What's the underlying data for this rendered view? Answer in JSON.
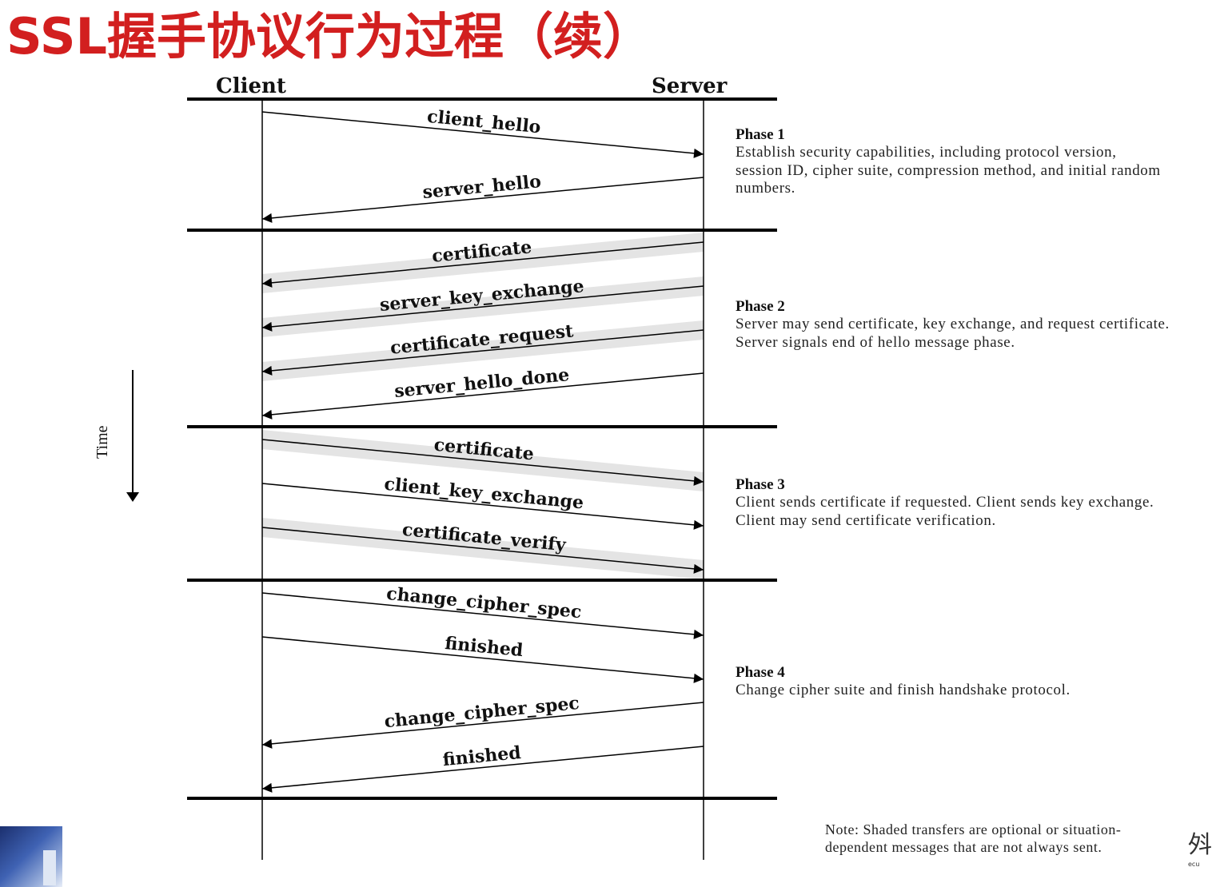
{
  "title": "SSL握手协议行为过程（续）",
  "columns": {
    "client": "Client",
    "server": "Server"
  },
  "time_label": "Time",
  "phases": [
    {
      "title": "Phase 1",
      "description": "Establish security capabilities, including protocol version, session ID, cipher suite, compression method, and initial random numbers."
    },
    {
      "title": "Phase 2",
      "description": "Server may send certificate, key exchange, and request certificate. Server signals end of hello message phase."
    },
    {
      "title": "Phase 3",
      "description": "Client sends certificate if requested. Client sends key exchange. Client may send certificate verification."
    },
    {
      "title": "Phase 4",
      "description": "Change cipher suite and finish handshake protocol."
    }
  ],
  "messages": [
    {
      "label": "client_hello",
      "direction": "client-to-server",
      "shaded": false
    },
    {
      "label": "server_hello",
      "direction": "server-to-client",
      "shaded": false
    },
    {
      "label": "certificate",
      "direction": "server-to-client",
      "shaded": true
    },
    {
      "label": "server_key_exchange",
      "direction": "server-to-client",
      "shaded": true
    },
    {
      "label": "certificate_request",
      "direction": "server-to-client",
      "shaded": true
    },
    {
      "label": "server_hello_done",
      "direction": "server-to-client",
      "shaded": false
    },
    {
      "label": "certificate",
      "direction": "client-to-server",
      "shaded": true
    },
    {
      "label": "client_key_exchange",
      "direction": "client-to-server",
      "shaded": false
    },
    {
      "label": "certificate_verify",
      "direction": "client-to-server",
      "shaded": true
    },
    {
      "label": "change_cipher_spec",
      "direction": "client-to-server",
      "shaded": false
    },
    {
      "label": "finished",
      "direction": "client-to-server",
      "shaded": false
    },
    {
      "label": "change_cipher_spec",
      "direction": "server-to-client",
      "shaded": false
    },
    {
      "label": "finished",
      "direction": "server-to-client",
      "shaded": false
    }
  ],
  "note": "Note: Shaded transfers are optional or situation-dependent messages that are not always sent.",
  "colors": {
    "title": "#d21f1f",
    "shade": "#e4e4e4",
    "line": "#000000"
  }
}
